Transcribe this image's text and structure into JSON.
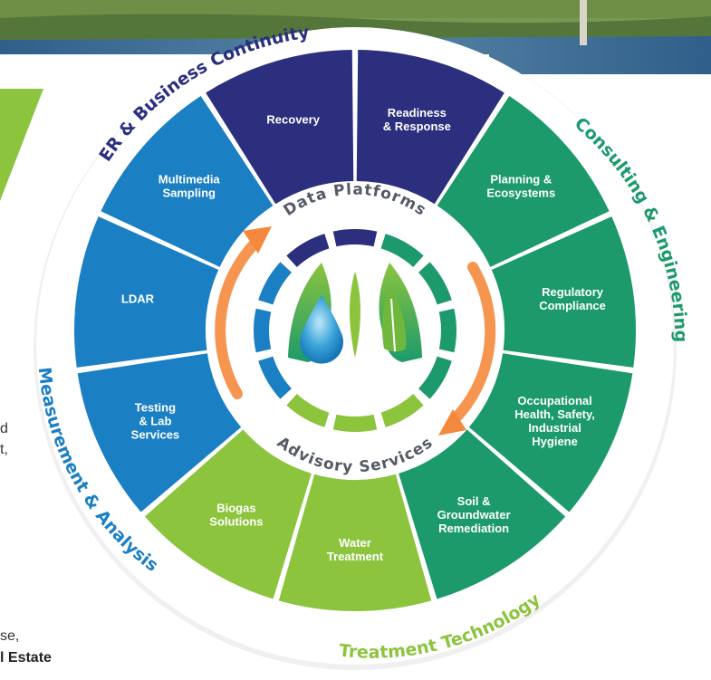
{
  "colors": {
    "er": "#2b2f7e",
    "consulting": "#1c9a6b",
    "treatment": "#8cc43e",
    "measurement": "#1b7fc4",
    "label_er": "#2b2f7e",
    "label_consulting": "#1c9a6b",
    "label_treatment": "#8cc43e",
    "label_measurement": "#1b7fc4",
    "ring_text": "#555a66",
    "arrow": "#f4893d"
  },
  "outer_labels": {
    "er": "ER & Business Continuity",
    "consulting": "Consulting & Engineering",
    "treatment": "Treatment Technology",
    "measurement": "Measurement & Analysis"
  },
  "segments": [
    {
      "id": "readiness",
      "label": "Readiness\n& Response",
      "group": "er"
    },
    {
      "id": "planning",
      "label": "Planning &\nEcosystems",
      "group": "consulting"
    },
    {
      "id": "regulatory",
      "label": "Regulatory\nCompliance",
      "group": "consulting"
    },
    {
      "id": "occupational",
      "label": "Occupational\nHealth, Safety,\nIndustrial\nHygiene",
      "group": "consulting"
    },
    {
      "id": "soil",
      "label": "Soil &\nGroundwater\nRemediation",
      "group": "consulting"
    },
    {
      "id": "water",
      "label": "Water\nTreatment",
      "group": "treatment"
    },
    {
      "id": "biogas",
      "label": "Biogas\nSolutions",
      "group": "treatment"
    },
    {
      "id": "testing",
      "label": "Testing\n& Lab\nServices",
      "group": "measurement"
    },
    {
      "id": "ldar",
      "label": "LDAR",
      "group": "measurement"
    },
    {
      "id": "multimedia",
      "label": "Multimedia\nSampling",
      "group": "measurement"
    },
    {
      "id": "recovery",
      "label": "Recovery",
      "group": "er"
    }
  ],
  "ring_labels": {
    "top": "Data Platforms",
    "bottom": "Advisory Services"
  },
  "page_text": {
    "frag_1": "d",
    "frag_2": "t,",
    "frag_3": "se,",
    "frag_4": "l Estate"
  }
}
